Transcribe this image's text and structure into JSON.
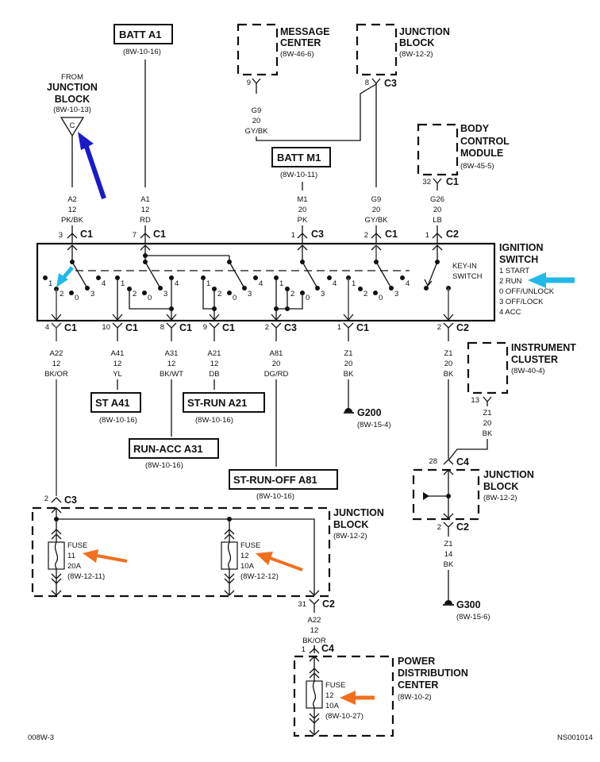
{
  "footer": {
    "left": "008W-3",
    "right": "NS001014"
  },
  "components": {
    "batt_a1": {
      "label": "BATT A1",
      "ref": "(8W-10-16)"
    },
    "message_center": {
      "line1": "MESSAGE",
      "line2": "CENTER",
      "ref": "(8W-46-6)",
      "pin": "9"
    },
    "junction_block_top": {
      "line1": "JUNCTION",
      "line2": "BLOCK",
      "ref": "(8W-12-2)",
      "pin": "8",
      "conn": "C3"
    },
    "from_jb": {
      "from": "FROM",
      "line1": "JUNCTION",
      "line2": "BLOCK",
      "ref": "(8W-10-13)",
      "letter": "C"
    },
    "batt_m1": {
      "label": "BATT M1",
      "ref": "(8W-10-11)"
    },
    "bcm": {
      "line1": "BODY",
      "line2": "CONTROL",
      "line3": "MODULE",
      "ref": "(8W-45-5)",
      "pin": "32",
      "conn": "C1"
    },
    "ignition_switch": {
      "title1": "IGNITION",
      "title2": "SWITCH",
      "legend": [
        "1 START",
        "2 RUN",
        "0 OFF/UNLOCK",
        "3 OFF/LOCK",
        "4 ACC"
      ],
      "key_in1": "KEY-IN",
      "key_in2": "SWITCH"
    },
    "st_a41": {
      "label": "ST A41",
      "ref": "(8W-10-16)"
    },
    "st_run_a21": {
      "label": "ST-RUN A21",
      "ref": "(8W-10-16)"
    },
    "run_acc_a31": {
      "label": "RUN-ACC A31",
      "ref": "(8W-10-16)"
    },
    "st_run_off_a81": {
      "label": "ST-RUN-OFF A81",
      "ref": "(8W-10-16)"
    },
    "g200": {
      "label": "G200",
      "ref": "(8W-15-4)"
    },
    "g300": {
      "label": "G300",
      "ref": "(8W-15-6)"
    },
    "instrument_cluster": {
      "line1": "INSTRUMENT",
      "line2": "CLUSTER",
      "ref": "(8W-40-4)",
      "pin": "13"
    },
    "junction_block_right": {
      "line1": "JUNCTION",
      "line2": "BLOCK",
      "ref": "(8W-12-2)",
      "pin_in": "28",
      "conn_in": "C4",
      "pin_out": "2",
      "conn_out": "C2"
    },
    "junction_block_fuse": {
      "line1": "JUNCTION",
      "line2": "BLOCK",
      "ref": "(8W-12-2)",
      "pin_in": "2",
      "conn_in": "C3",
      "pin_out": "31",
      "conn_out": "C2"
    },
    "fuse11": {
      "l1": "FUSE",
      "l2": "11",
      "l3": "20A",
      "l4": "(8W-12-11)"
    },
    "fuse12_jb": {
      "l1": "FUSE",
      "l2": "12",
      "l3": "10A",
      "l4": "(8W-12-12)"
    },
    "pdc": {
      "line1": "POWER",
      "line2": "DISTRIBUTION",
      "line3": "CENTER",
      "ref": "(8W-10-2)",
      "pin": "1",
      "conn": "C4"
    },
    "fuse12_pdc": {
      "l1": "FUSE",
      "l2": "12",
      "l3": "10A",
      "l4": "(8W-10-27)"
    }
  },
  "wires": {
    "g9_mc": {
      "circuit": "G9",
      "gauge": "20",
      "color": "GY/BK"
    },
    "a2": {
      "circuit": "A2",
      "gauge": "12",
      "color": "PK/BK",
      "pin": "3",
      "conn": "C1"
    },
    "a1": {
      "circuit": "A1",
      "gauge": "12",
      "color": "RD",
      "pin": "7",
      "conn": "C1"
    },
    "m1": {
      "circuit": "M1",
      "gauge": "20",
      "color": "PK",
      "pin": "1",
      "conn": "C3"
    },
    "g9": {
      "circuit": "G9",
      "gauge": "20",
      "color": "GY/BK",
      "pin": "2",
      "conn": "C1"
    },
    "g26": {
      "circuit": "G26",
      "gauge": "20",
      "color": "LB",
      "pin": "1",
      "conn": "C2"
    },
    "a22": {
      "circuit": "A22",
      "gauge": "12",
      "color": "BK/OR",
      "pin": "4",
      "conn": "C1"
    },
    "a41": {
      "circuit": "A41",
      "gauge": "12",
      "color": "YL",
      "pin": "10",
      "conn": "C1"
    },
    "a31": {
      "circuit": "A31",
      "gauge": "12",
      "color": "BK/WT",
      "pin": "8",
      "conn": "C1"
    },
    "a21": {
      "circuit": "A21",
      "gauge": "12",
      "color": "DB",
      "pin": "9",
      "conn": "C1"
    },
    "a81": {
      "circuit": "A81",
      "gauge": "20",
      "color": "DG/RD",
      "pin": "2",
      "conn": "C3"
    },
    "z1_g200": {
      "circuit": "Z1",
      "gauge": "20",
      "color": "BK",
      "pin": "1",
      "conn": "C1"
    },
    "z1_key": {
      "circuit": "Z1",
      "gauge": "20",
      "color": "BK",
      "pin": "2",
      "conn": "C2"
    },
    "z1_ic": {
      "circuit": "Z1",
      "gauge": "20",
      "color": "BK"
    },
    "z1_g300": {
      "circuit": "Z1",
      "gauge": "14",
      "color": "BK"
    },
    "a22_pdc": {
      "circuit": "A22",
      "gauge": "12",
      "color": "BK/OR"
    }
  },
  "annotations": {
    "blue": "#1a1acc",
    "cyan": "#22b8e8",
    "orange": "#f07020"
  }
}
